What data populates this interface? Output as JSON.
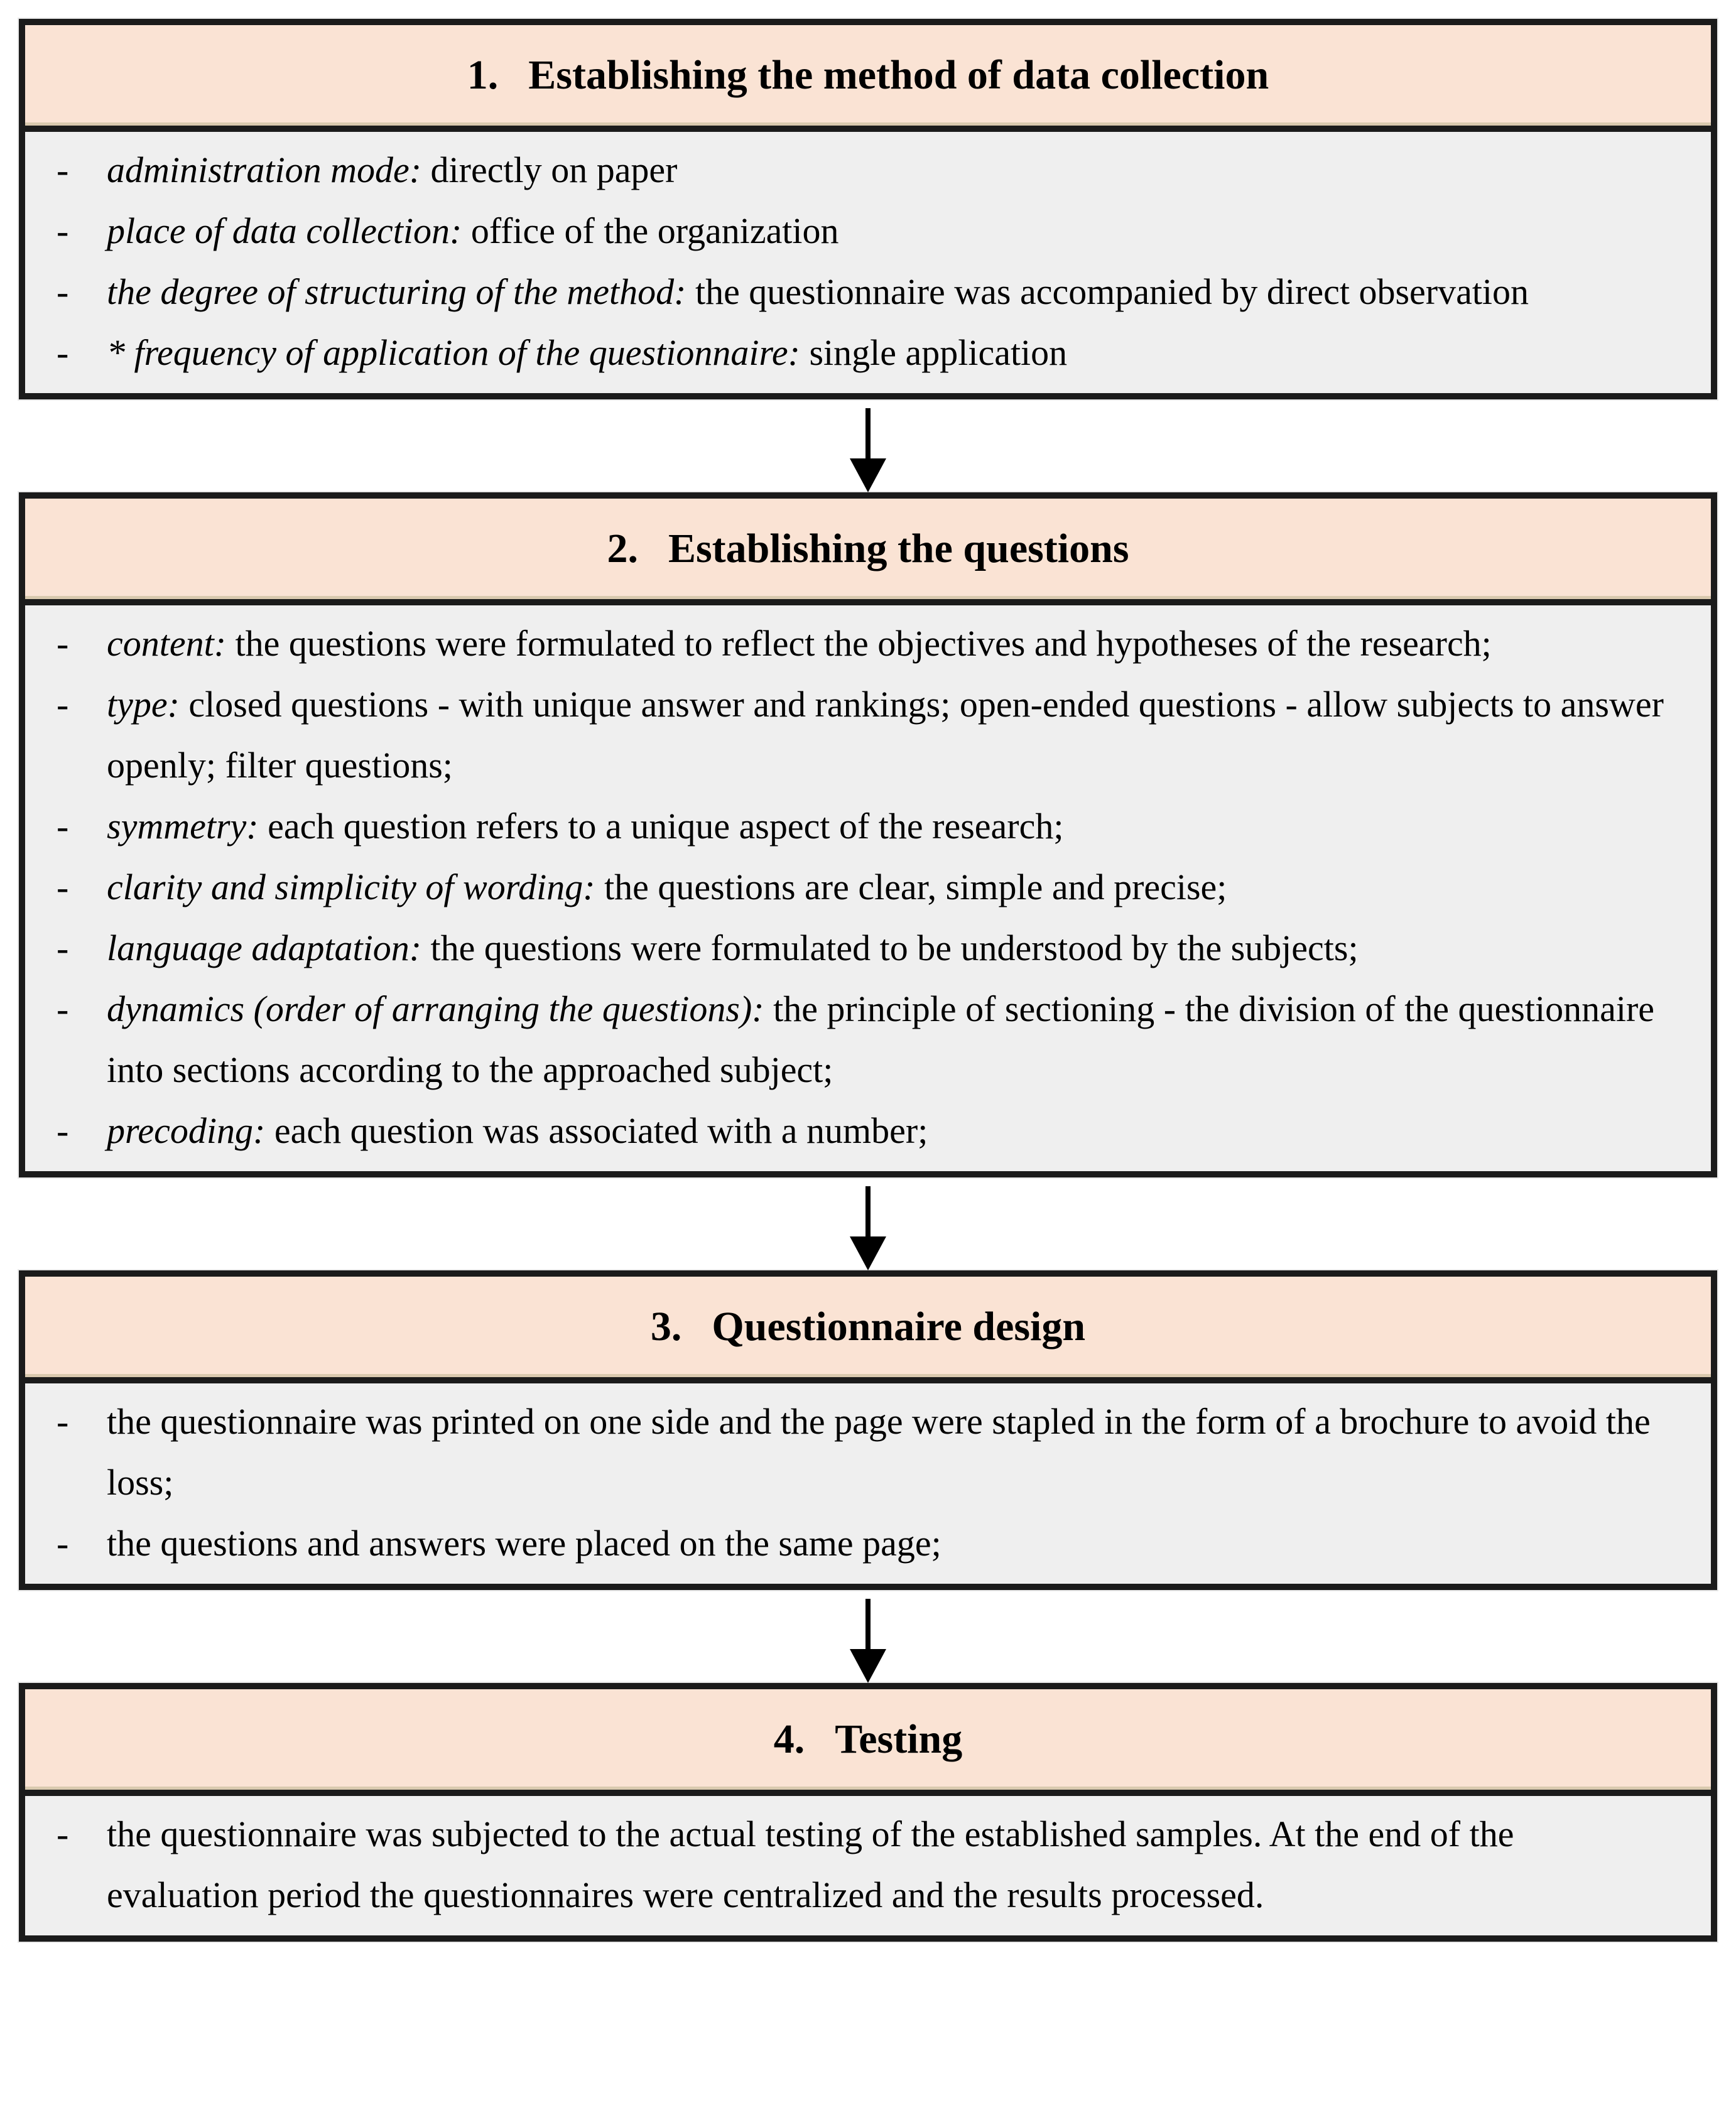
{
  "colors": {
    "header_bg": "#fae3d4",
    "body_bg": "#efefef",
    "border": "#1b1b1b",
    "arrow": "#000000",
    "page_bg": "#ffffff",
    "text": "#000000"
  },
  "boxes": [
    {
      "number": "1.",
      "title": "Establishing the method of data collection",
      "items": [
        {
          "lead": "administration mode:",
          "text": "directly on paper"
        },
        {
          "lead": "place of data collection:",
          "text": "office of the organization"
        },
        {
          "lead": "the degree of structuring of the method:",
          "text": "the questionnaire was accompanied by direct observation"
        },
        {
          "lead": "* frequency of application of the questionnaire:",
          "text": "single application"
        }
      ]
    },
    {
      "number": "2.",
      "title": "Establishing the questions",
      "items": [
        {
          "lead": "content:",
          "text": "the questions were formulated to reflect the objectives and hypotheses of the research;"
        },
        {
          "lead": "type:",
          "text": "closed questions - with unique answer and rankings; open-ended questions - allow subjects to answer openly; filter questions;"
        },
        {
          "lead": "symmetry:",
          "text": "each question refers to a unique aspect of the research;"
        },
        {
          "lead": "clarity and simplicity of wording:",
          "text": "the questions are clear, simple and precise;"
        },
        {
          "lead": "language adaptation:",
          "text": "the questions were formulated to be understood by the subjects;"
        },
        {
          "lead": "dynamics (order of arranging the questions):",
          "text": "the principle of sectioning - the division of the questionnaire into sections according to the approached subject;"
        },
        {
          "lead": "precoding:",
          "text": "each question was associated with a number;"
        }
      ]
    },
    {
      "number": "3.",
      "title": "Questionnaire design",
      "items": [
        {
          "text": "the questionnaire was printed on one side and the page were stapled in the form of a brochure to avoid the loss;"
        },
        {
          "text": "the questions and answers were placed on the same page;"
        }
      ]
    },
    {
      "number": "4.",
      "title": "Testing",
      "items": [
        {
          "text": "the questionnaire was subjected to the actual testing of the established samples. At the end of the evaluation period the questionnaires were centralized and the results processed."
        }
      ]
    }
  ],
  "bullet": "-"
}
